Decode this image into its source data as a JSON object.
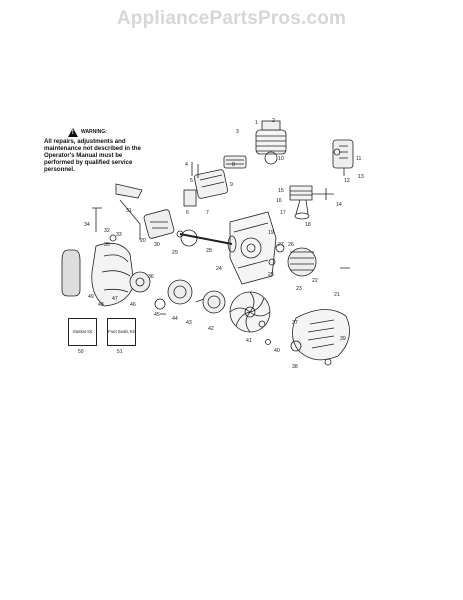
{
  "watermark": "AppliancePartsPros.com",
  "warning": {
    "title": "WARNING:",
    "text": "All repairs, adjustments and maintenance not described in the Operator's Manual must be performed by qualified service personnel."
  },
  "kits": [
    {
      "label": "Gasket Kit",
      "number": "50"
    },
    {
      "label": "Fuel Seals Kit",
      "number": "51"
    }
  ],
  "part_numbers": [
    "1",
    "2",
    "3",
    "4",
    "5",
    "6",
    "7",
    "8",
    "9",
    "10",
    "11",
    "12",
    "13",
    "14",
    "15",
    "16",
    "17",
    "18",
    "19",
    "20",
    "21",
    "22",
    "23",
    "24",
    "25",
    "26",
    "27",
    "28",
    "29",
    "30",
    "31",
    "32",
    "33",
    "34",
    "35",
    "36",
    "37",
    "38",
    "39",
    "40",
    "41",
    "42",
    "43",
    "44",
    "45",
    "46",
    "47",
    "48",
    "49"
  ]
}
